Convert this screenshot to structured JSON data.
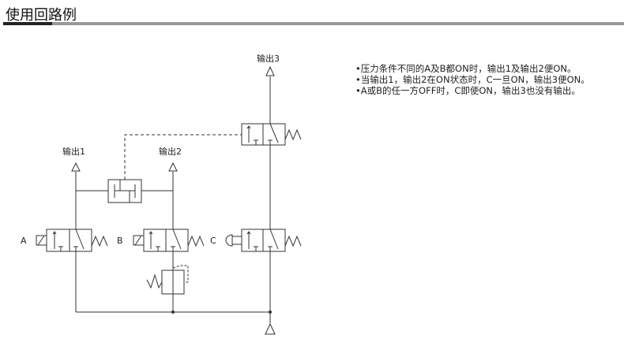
{
  "title": "使用回路例",
  "notes": [
    "•压力条件不同的A及B都ON时，输出1及输出2便ON。",
    "•当输出1，输出2在ON状态时，C一旦ON，输出3便ON。",
    "•A或B的任一方OFF时，C即使ON，输出3也没有输出。"
  ],
  "diagram": {
    "output1": "输出1",
    "output2": "输出2",
    "output3": "输出3",
    "valve_a": "A",
    "valve_b": "B",
    "valve_c": "C"
  }
}
